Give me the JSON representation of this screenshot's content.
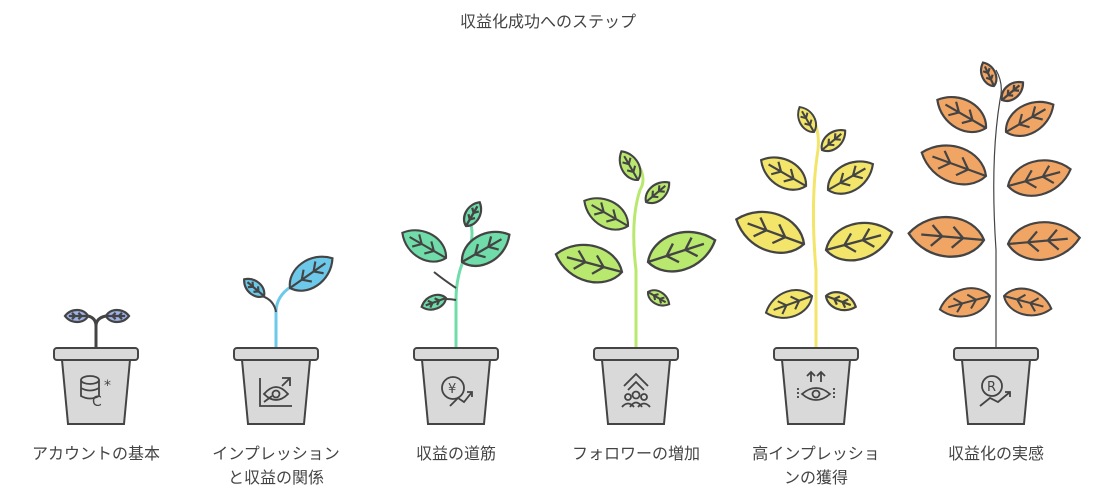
{
  "title": "収益化成功へのステップ",
  "steps": [
    {
      "label": "アカウントの基本",
      "icon": "database-c-icon",
      "leaf_color": "#9fb3ea"
    },
    {
      "label": "インプレッション\nと収益の関係",
      "icon": "eye-chart-icon",
      "leaf_color": "#6dc9ea"
    },
    {
      "label": "収益の道筋",
      "icon": "yen-growth-icon",
      "leaf_color": "#6fdca9"
    },
    {
      "label": "フォロワーの増加",
      "icon": "people-up-icon",
      "leaf_color": "#b9e86f"
    },
    {
      "label": "高インプレッショ\nンの獲得",
      "icon": "eye-arrows-icon",
      "leaf_color": "#f2e56a"
    },
    {
      "label": "収益化の実感",
      "icon": "r-growth-icon",
      "leaf_color": "#f0a565"
    }
  ]
}
